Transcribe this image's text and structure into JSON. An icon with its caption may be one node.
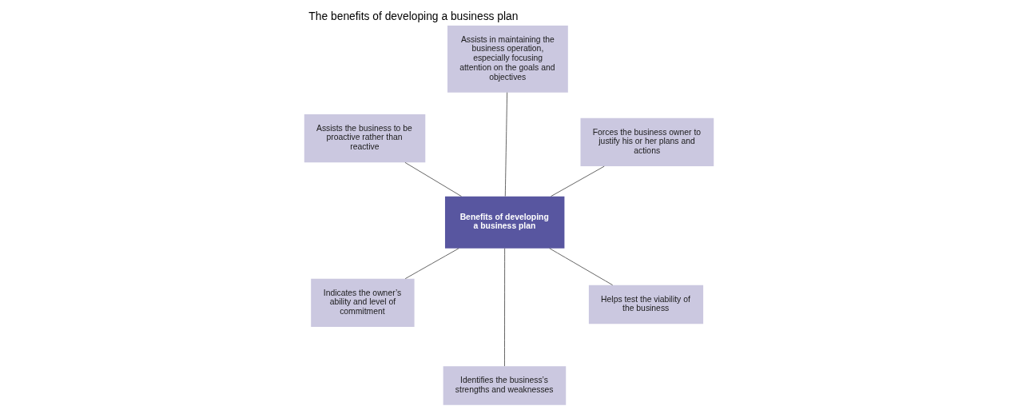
{
  "diagram": {
    "title": "The benefits of developing a business plan",
    "nodes": [
      {
        "text": [
          "Benefits of developing a business plan"
        ]
      },
      {
        "text": [
          "Helps test the viability of the business"
        ]
      },
      {
        "text": [
          "Identifies the business’s strengths and weaknesses"
        ]
      },
      {
        "text": [
          "Assists the business to be proactive rather than reactive"
        ]
      },
      {
        "text": [
          "Forces the business owner to justify his or her plans and actions"
        ]
      },
      {
        "text": [
          "Assists in maintaining the business operation, especially focusing attention on the goals and objectives"
        ]
      },
      {
        "text": [
          "Indicates the owner’s ability and level of commitment"
        ]
      }
    ],
    "edges": [
      {
        "from": 0,
        "to": 1,
        "arrow": "none"
      },
      {
        "from": 0,
        "to": 2,
        "arrow": "none"
      },
      {
        "from": 0,
        "to": 3,
        "arrow": "none"
      },
      {
        "from": 0,
        "to": 4,
        "arrow": "none"
      },
      {
        "from": 0,
        "to": 5,
        "arrow": "none"
      },
      {
        "from": 0,
        "to": 6,
        "arrow": "none"
      }
    ]
  }
}
